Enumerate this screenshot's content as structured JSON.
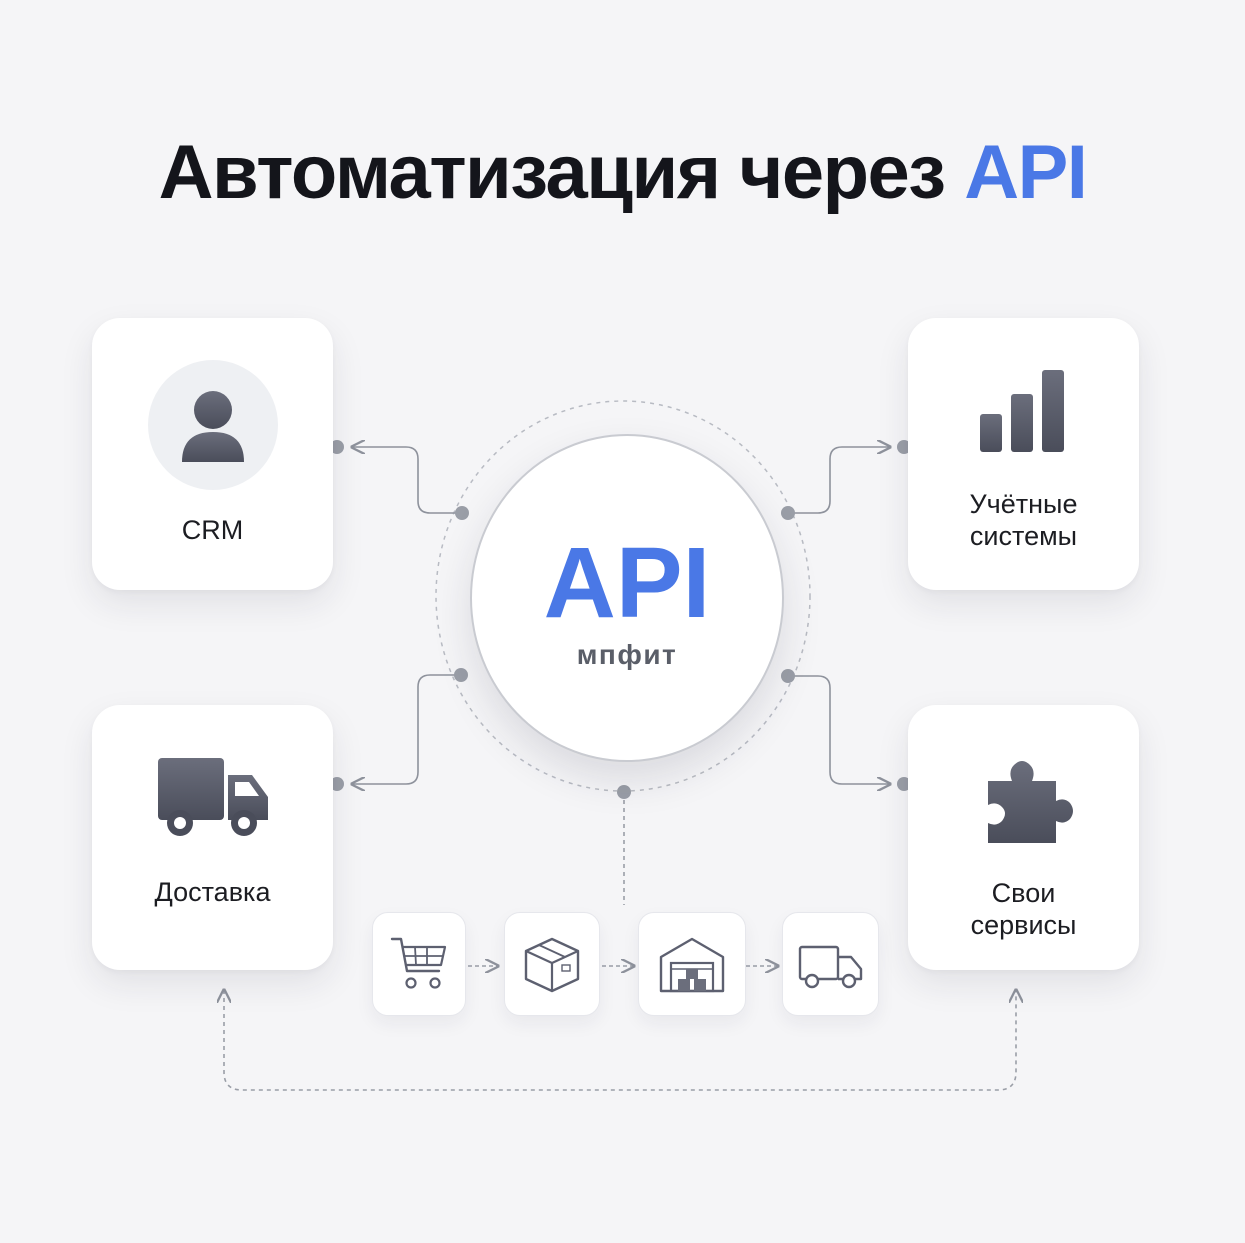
{
  "title": {
    "main": "Автоматизация через ",
    "accent": "API"
  },
  "hub": {
    "label": "API",
    "brand": "мпфит"
  },
  "cards": {
    "crm": {
      "label": "CRM",
      "icon": "person-icon"
    },
    "accounting": {
      "label": "Учётные\nсистемы",
      "icon": "bar-chart-icon"
    },
    "delivery": {
      "label": "Доставка",
      "icon": "truck-icon"
    },
    "services": {
      "label": "Свои\nсервисы",
      "icon": "puzzle-icon"
    }
  },
  "flow": [
    "cart-icon",
    "box-icon",
    "warehouse-icon",
    "truck-icon"
  ],
  "colors": {
    "accent": "#4a78e6",
    "icon": "#5d6070",
    "connector": "#8e929c"
  }
}
